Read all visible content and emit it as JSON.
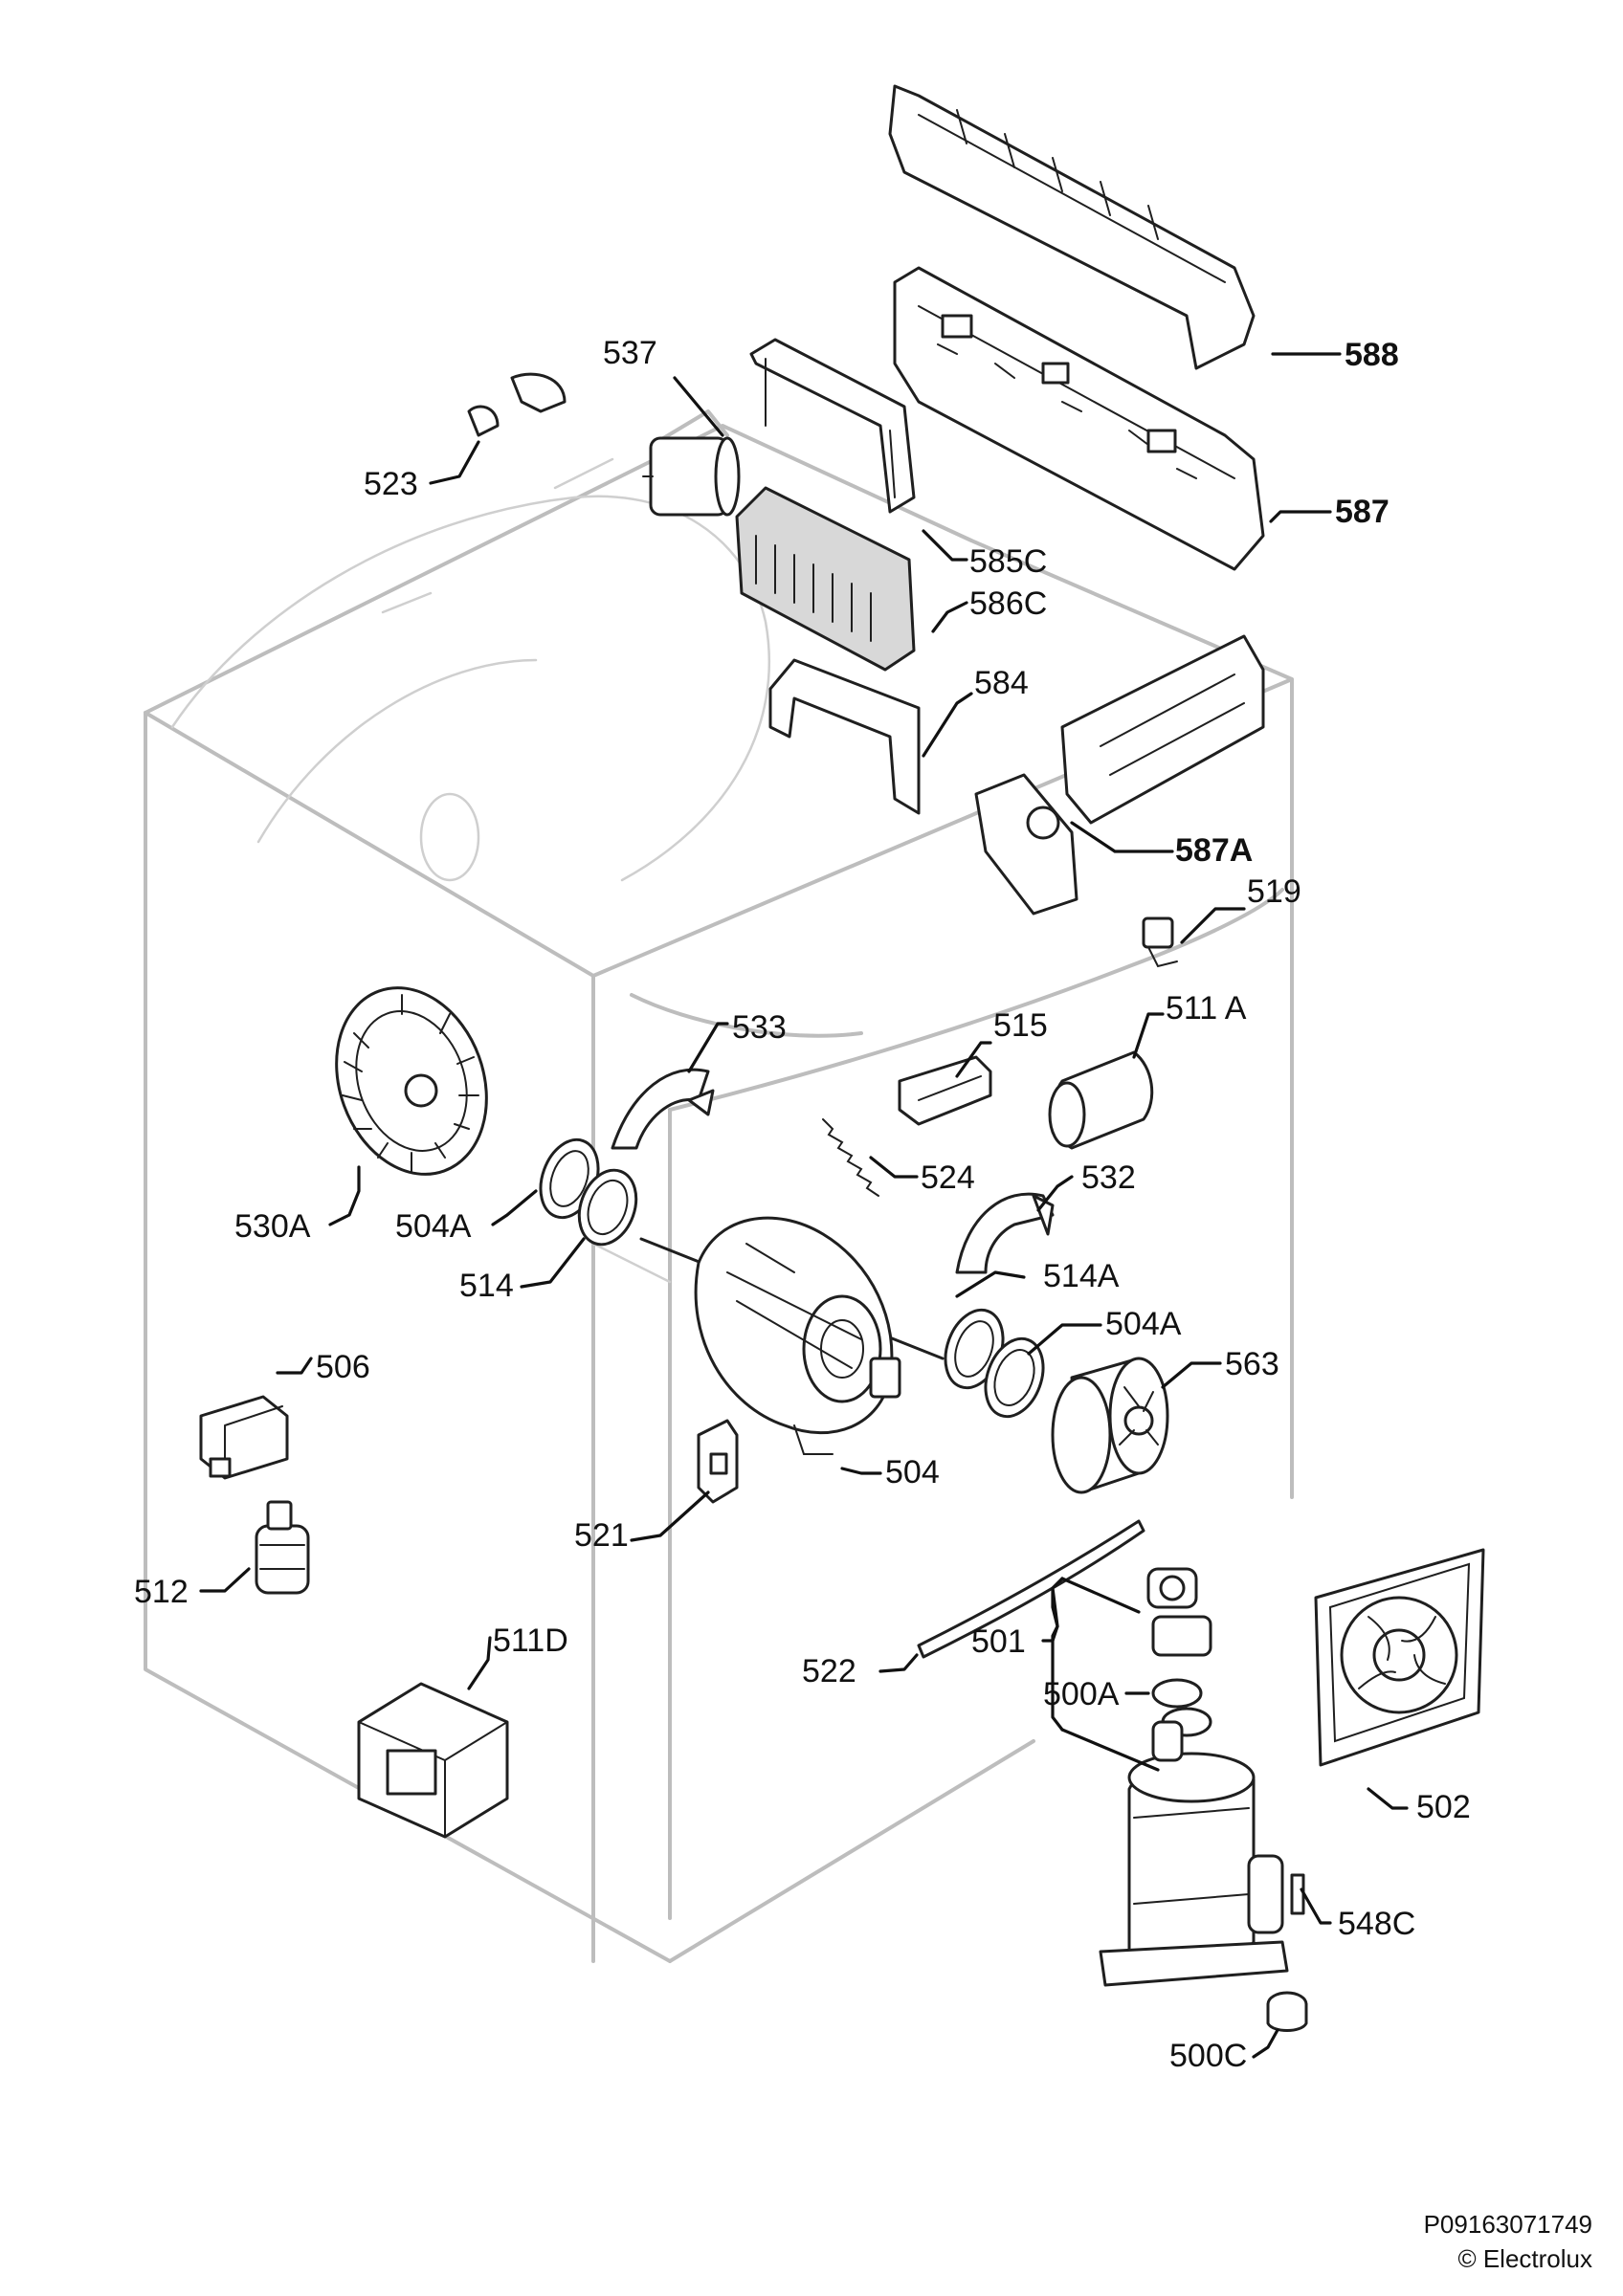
{
  "labels": {
    "p588": "588",
    "p537": "537",
    "p587": "587",
    "p523": "523",
    "p585c": "585C",
    "p586c": "586C",
    "p584": "584",
    "p587a": "587A",
    "p519": "519",
    "p533": "533",
    "p515": "515",
    "p511a": "511 A",
    "p530a": "530A",
    "p504a_left": "504A",
    "p524": "524",
    "p532": "532",
    "p514": "514",
    "p514a": "514A",
    "p504a_right": "504A",
    "p563": "563",
    "p506": "506",
    "p504": "504",
    "p521": "521",
    "p512": "512",
    "p511d": "511D",
    "p522": "522",
    "p501": "501",
    "p500a": "500A",
    "p502": "502",
    "p548c": "548C",
    "p500c": "500C"
  },
  "footer": {
    "code": "P09163071749",
    "copyright": "© Electrolux"
  }
}
